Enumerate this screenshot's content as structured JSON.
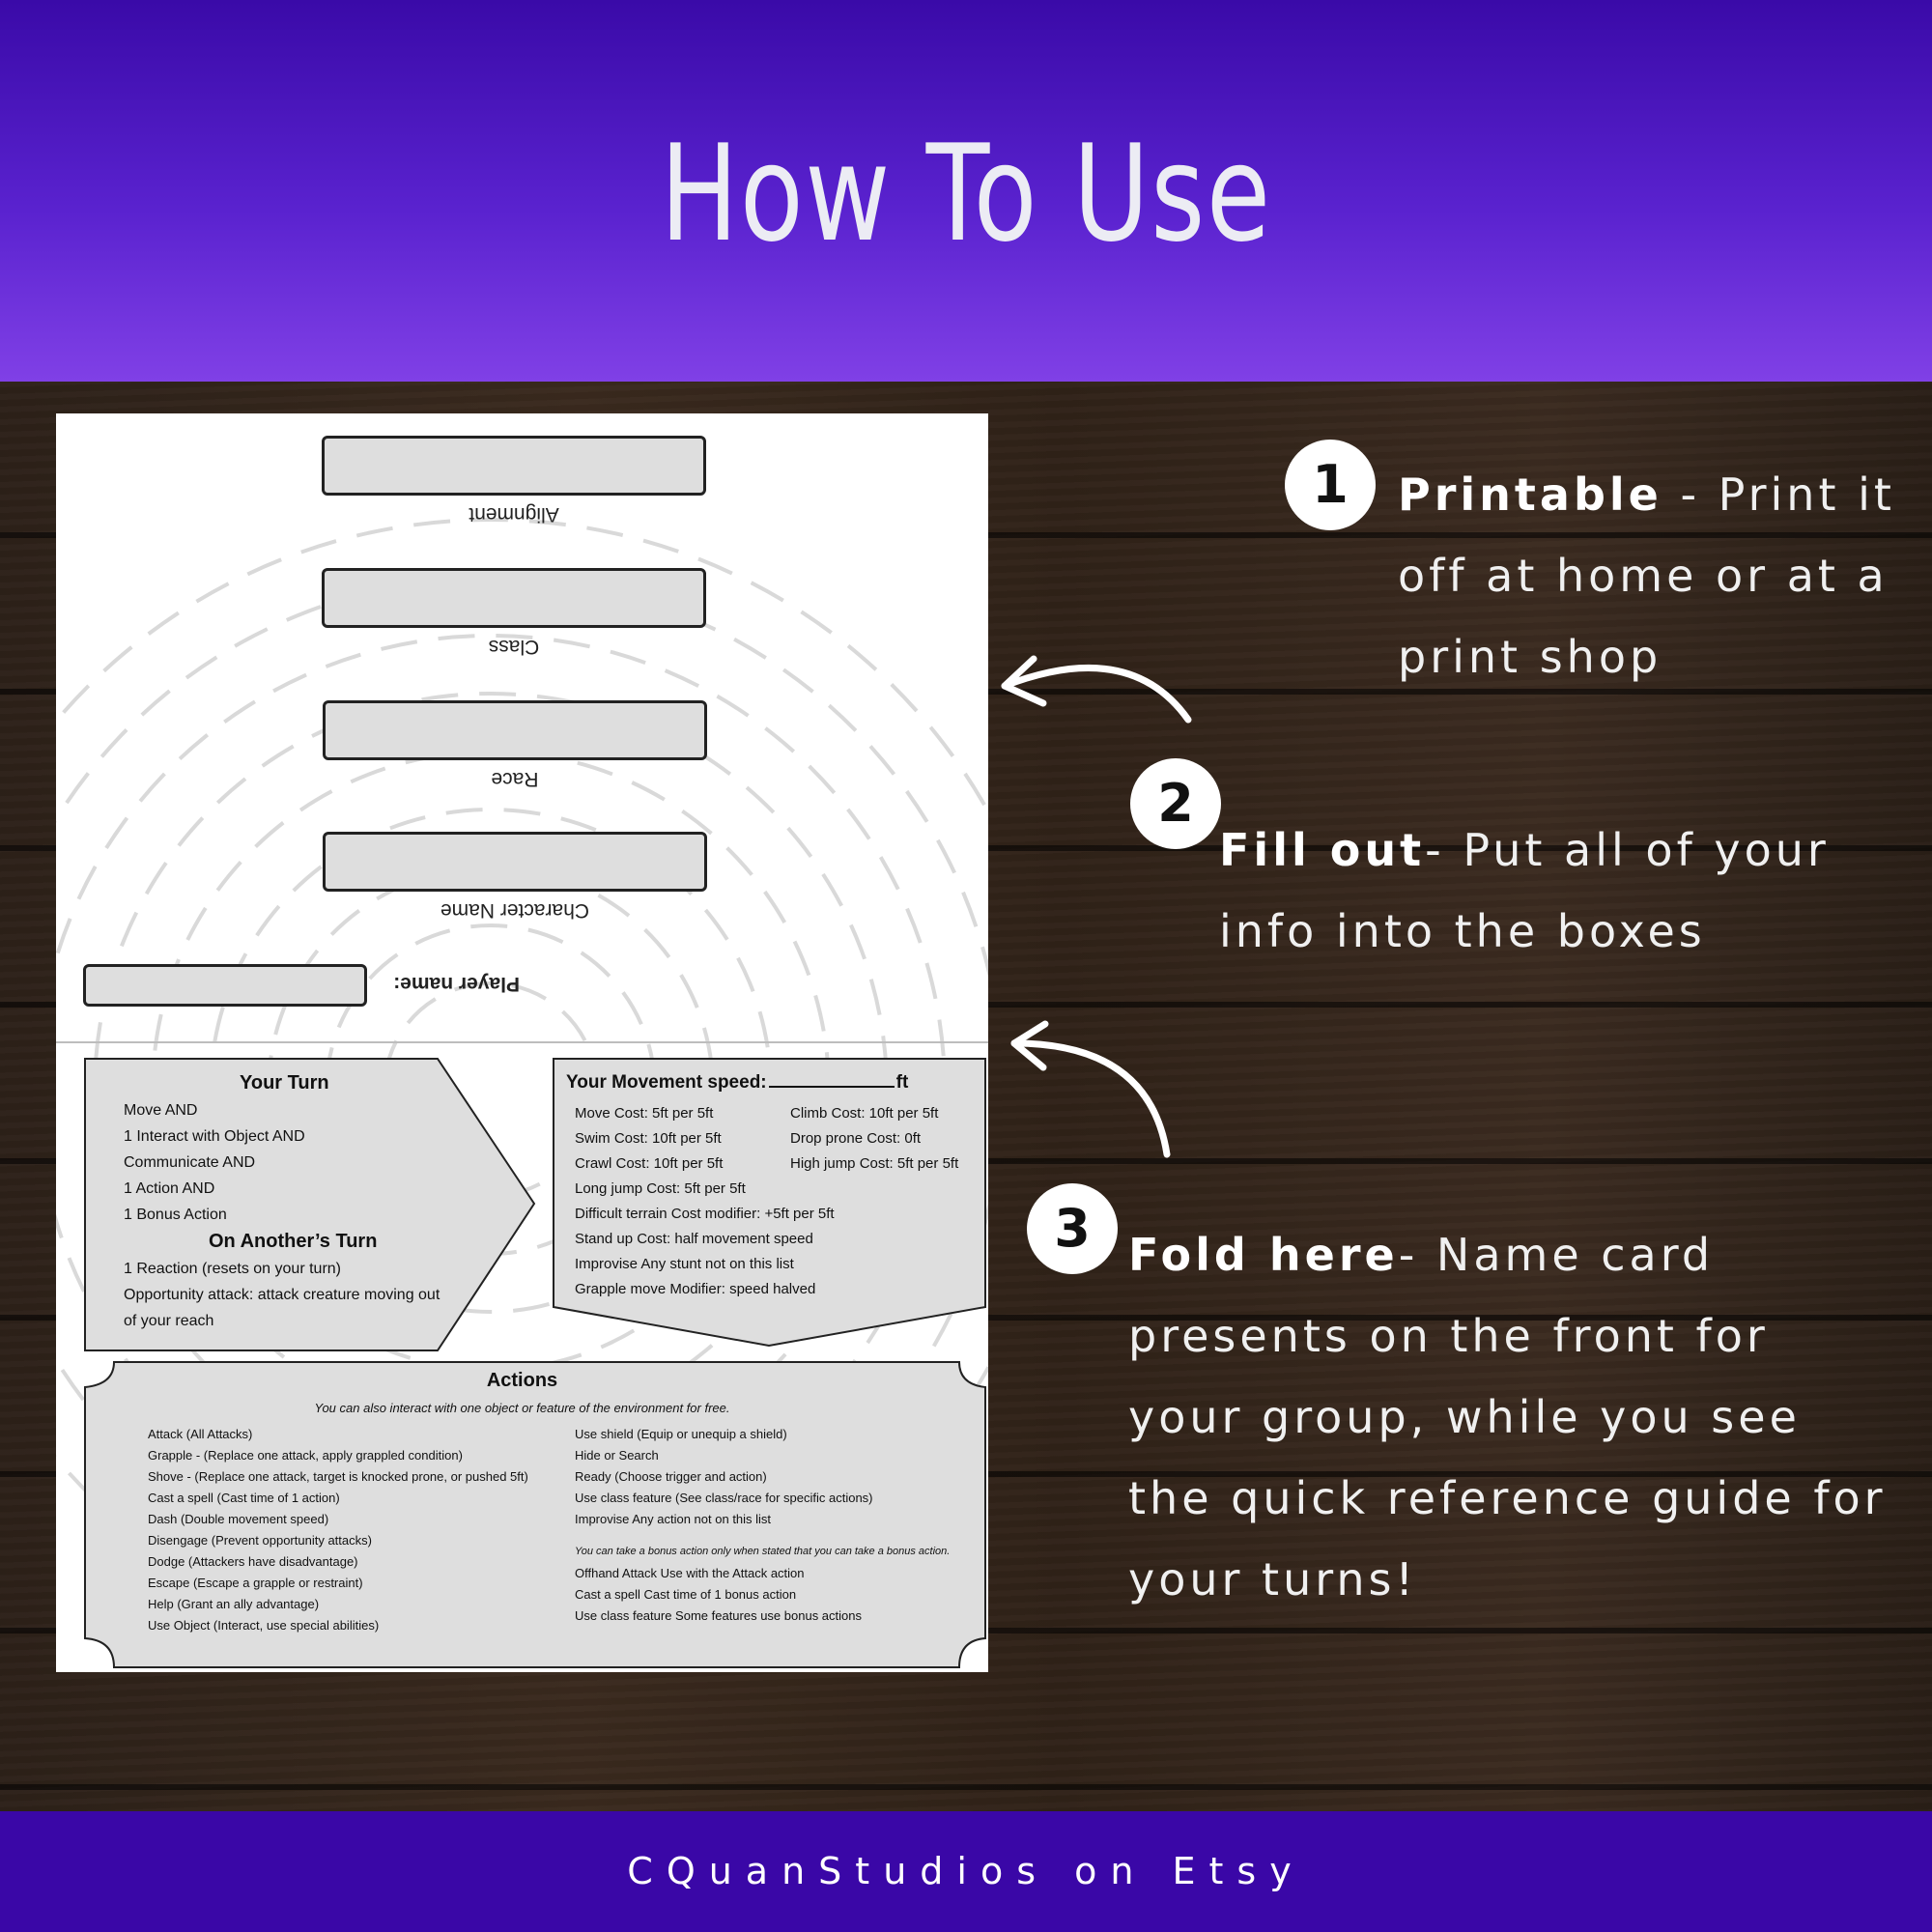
{
  "header": {
    "title": "How To Use"
  },
  "footer": {
    "text": "CQuanStudios on Etsy"
  },
  "sheet": {
    "labels": {
      "alignment": "Alignment",
      "class": "Class",
      "race": "Race",
      "character_name": "Character Name",
      "player_name": "Player name:"
    },
    "your_turn": {
      "title": "Your Turn",
      "items": [
        "Move AND",
        "1 Interact with Object AND",
        "Communicate AND",
        "1 Action AND",
        "1 Bonus Action"
      ],
      "another_title": "On Another’s Turn",
      "another_items": [
        "1 Reaction (resets on your turn)",
        "Opportunity attack: attack creature moving out",
        "of your reach"
      ]
    },
    "movement": {
      "title": "Your Movement speed:",
      "unit": "ft",
      "left": [
        "Move Cost: 5ft per 5ft",
        "Swim Cost: 10ft per 5ft",
        "Crawl Cost: 10ft per 5ft"
      ],
      "right": [
        "Climb Cost: 10ft per 5ft",
        "Drop prone Cost: 0ft",
        "High jump Cost: 5ft per 5ft"
      ],
      "full": [
        "Long jump Cost: 5ft per 5ft",
        "Difficult terrain Cost modifier: +5ft per 5ft",
        "Stand up Cost: half movement speed",
        "Improvise Any stunt not on this list",
        "Grapple move Modifier: speed halved"
      ]
    },
    "actions": {
      "title": "Actions",
      "subtitle": "You can also interact with one object or feature of the environment for free.",
      "left": [
        "Attack (All Attacks)",
        "Grapple - (Replace one attack, apply grappled condition)",
        "Shove - (Replace one attack, target is knocked prone, or pushed 5ft)",
        "Cast a spell (Cast time of 1 action)",
        "Dash (Double movement speed)",
        "Disengage (Prevent opportunity attacks)",
        "Dodge (Attackers have disadvantage)",
        "Escape (Escape a grapple or restraint)",
        "Help (Grant an ally advantage)",
        "Use Object (Interact, use special abilities)"
      ],
      "right": [
        "Use shield (Equip or unequip a shield)",
        "Hide or Search",
        "Ready (Choose trigger and action)",
        "Use class feature (See class/race for specific actions)",
        "Improvise Any action not on this list"
      ],
      "bonus_note": "You can take a bonus action only when stated that you can take a bonus action.",
      "bonus": [
        "Offhand Attack Use with the Attack action",
        "Cast a spell Cast time of 1 bonus action",
        "Use class feature Some features use bonus actions"
      ]
    }
  },
  "steps": [
    {
      "number": "1",
      "bold": "Printable",
      "text": " - Print it off at home or at a print shop"
    },
    {
      "number": "2",
      "bold": "Fill out",
      "text": "- Put all of your info into the boxes"
    },
    {
      "number": "3",
      "bold": "Fold here",
      "text": "- Name card presents on the front for your group, while you see the quick reference guide for your turns!"
    }
  ]
}
